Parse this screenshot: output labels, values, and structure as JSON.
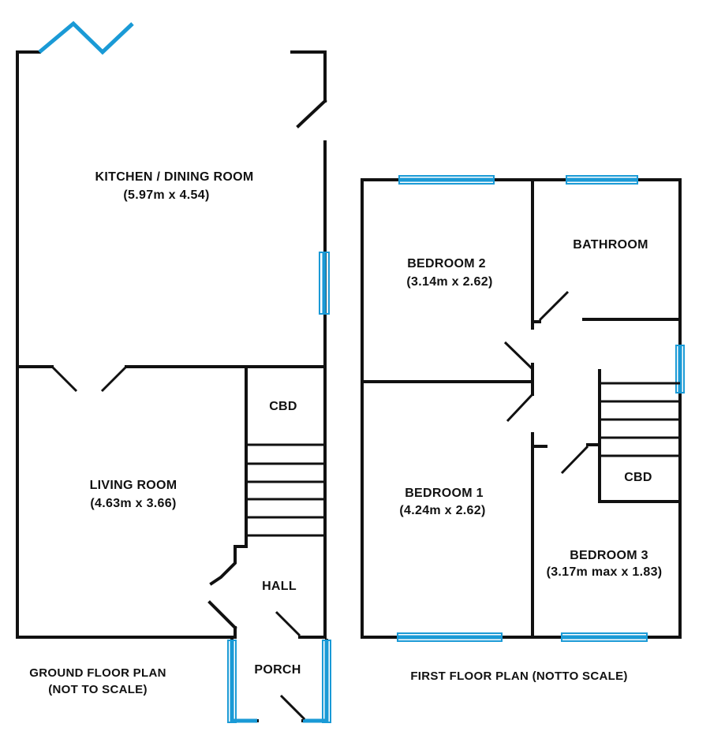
{
  "ground_floor": {
    "caption_line1": "GROUND FLOOR PLAN",
    "caption_line2": "(NOT TO SCALE)",
    "rooms": {
      "kitchen_name": "KITCHEN / DINING ROOM",
      "kitchen_size": "(5.97m x 4.54)",
      "living_name": "LIVING ROOM",
      "living_size": "(4.63m x 3.66)",
      "cbd": "CBD",
      "hall": "HALL",
      "porch": "PORCH"
    }
  },
  "first_floor": {
    "caption": "FIRST FLOOR PLAN (NOTTO SCALE)",
    "rooms": {
      "bedroom2_name": "BEDROOM 2",
      "bedroom2_size": "(3.14m x 2.62)",
      "bathroom": "BATHROOM",
      "bedroom1_name": "BEDROOM 1",
      "bedroom1_size": "(4.24m x 2.62)",
      "cbd": "CBD",
      "bedroom3_name": "BEDROOM 3",
      "bedroom3_size": "(3.17m max x 1.83)"
    }
  },
  "colors": {
    "wall": "#111111",
    "window": "#1a9ad6",
    "background": "#ffffff"
  }
}
